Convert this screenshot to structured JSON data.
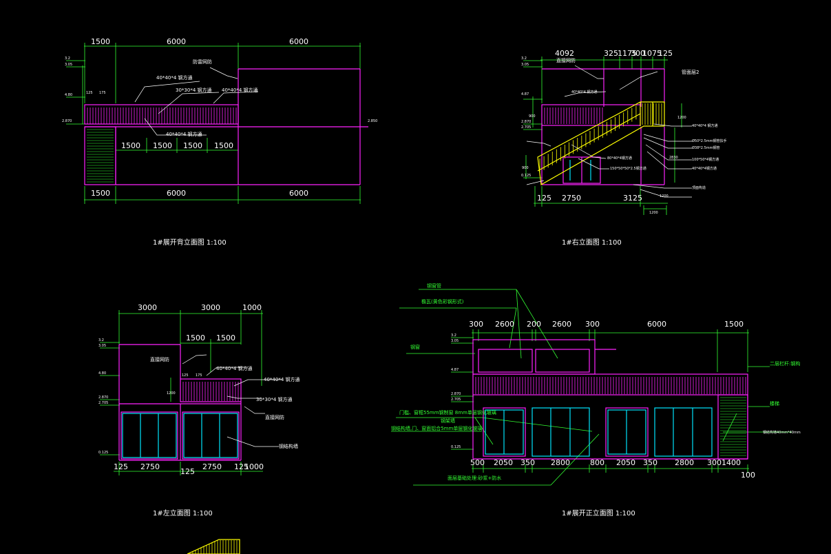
{
  "colors": {
    "background": "#000000",
    "outline": "#ff22ff",
    "dimension": "#33ff33",
    "text": "#ffffff",
    "glass": "#00e5ff",
    "stair": "#ffff00"
  },
  "back": {
    "title": "1#展开背立面图 1:100",
    "dims_top": [
      "1500",
      "6000",
      "6000"
    ],
    "dims_bottom": [
      "1500",
      "6000",
      "6000"
    ],
    "dims_inner": [
      "1500",
      "1500",
      "1500",
      "1500"
    ],
    "levels": [
      "3.2",
      "3.05",
      "4.80",
      "2.870",
      "2.850"
    ],
    "labels": [
      "防雷网防",
      "40*40*4 钢方通",
      "30*30*4 钢方通",
      "40*40*4 钢方通",
      "40*40*4 钢方通"
    ],
    "small": [
      "125",
      "175"
    ]
  },
  "right": {
    "title": "1#右立面图 1:100",
    "dims_top": [
      "4092",
      "325",
      "1175",
      "300",
      "1075",
      "125"
    ],
    "dims_bottom": [
      "125",
      "2750",
      "3125"
    ],
    "labels": [
      "直接网防",
      "管面层2",
      "40*40*4 钢方通",
      "40*40*4 钢方通",
      "Ø50*2.5mm钢管扶手",
      "Ø38*2.5mm钢管",
      "80*40*4钢方通",
      "100*50*4钢方通",
      "40*40*4钢方通",
      "150*50*50*2.5钢方通",
      "顶面构造"
    ],
    "levels": [
      "3.2",
      "3.05",
      "4.87",
      "2.870",
      "2.705",
      "0.125"
    ],
    "vdims": [
      "900",
      "900",
      "2830"
    ],
    "bottom_dim": "1200",
    "small": [
      "1200",
      "1200"
    ]
  },
  "left": {
    "title": "1#左立面图 1:100",
    "dims_top": [
      "3000",
      "3000",
      "1000"
    ],
    "dims_mid": [
      "1500",
      "1500"
    ],
    "dims_bottom": [
      "125",
      "2750",
      "125",
      "2750",
      "125",
      "1000"
    ],
    "vdim": "1200",
    "labels": [
      "直接网防",
      "40*40*4 钢方通",
      "40*40*4 钢方通",
      "30*30*4 钢方通",
      "直接网防",
      "钢结构墙"
    ],
    "levels": [
      "3.2",
      "3.05",
      "4.80",
      "2.870",
      "2.705",
      "0.125"
    ],
    "small": [
      "125",
      "175"
    ]
  },
  "front": {
    "title": "1#展开正立面图 1:100",
    "dims_top": [
      "300",
      "2600",
      "200",
      "2600",
      "300",
      "6000",
      "1500"
    ],
    "dims_bottom": [
      "500",
      "2050",
      "350",
      "2800",
      "800",
      "2050",
      "350",
      "2800",
      "300",
      "1400"
    ],
    "dim_100": "100",
    "labels": [
      "钢窗管",
      "檐瓦(黄色彩钢形式)",
      "钢窗",
      "门槛、窗框55mm钢制窗 8mm单层钢化玻璃",
      "钢架墙",
      "钢结构墙,门、窗面铝合5mm单层钢化玻璃",
      "二层栏杆:钢构",
      "楼梯",
      "钢结构墙40mm*40mm",
      "面层基础处理:砂浆+防水"
    ],
    "levels": [
      "3.2",
      "3.05",
      "4.87",
      "2.870",
      "2.705",
      "0.125"
    ]
  }
}
